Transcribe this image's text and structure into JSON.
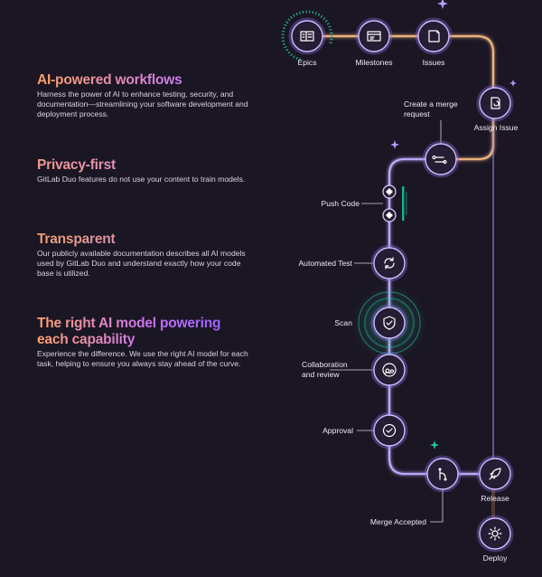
{
  "features": [
    {
      "title": "AI-powered workflows",
      "desc": "Harness the power of AI to enhance testing, security, and documentation—streamlining your software development and deployment process."
    },
    {
      "title": "Privacy-first",
      "desc": "GitLab Duo features do not use your content to train models."
    },
    {
      "title": "Transparent",
      "desc": "Our publicly available documentation describes all AI models used by GitLab Duo and understand exactly how your code base is utilized."
    },
    {
      "title": "The right AI model powering each capability",
      "desc": "Experience the difference. We use the right AI model for each task, helping to ensure you always stay ahead of the curve."
    }
  ],
  "flow": {
    "epics": {
      "label": "Epics",
      "icon": "epics-icon"
    },
    "milestones": {
      "label": "Milestones",
      "icon": "milestones-icon"
    },
    "issues": {
      "label": "Issues",
      "icon": "issues-icon"
    },
    "assign_issue": {
      "label": "Assign Issue",
      "icon": "assign-issue-icon"
    },
    "merge_request": {
      "label": "Create a merge request",
      "icon": "merge-request-icon"
    },
    "push_code": {
      "label": "Push Code",
      "icon": "commit-icon"
    },
    "automated_test": {
      "label": "Automated Test",
      "icon": "retry-icon"
    },
    "scan": {
      "label": "Scan",
      "icon": "shield-check-icon"
    },
    "collaboration": {
      "label": "Collaboration and review",
      "icon": "users-icon"
    },
    "approval": {
      "label": "Approval",
      "icon": "check-circle-icon"
    },
    "merge_accepted": {
      "label": "Merge Accepted",
      "icon": "merge-icon"
    },
    "release": {
      "label": "Release",
      "icon": "rocket-icon"
    },
    "deploy": {
      "label": "Deploy",
      "icon": "gear-icon"
    }
  },
  "colors": {
    "background": "#1b1624",
    "track_orange": "#f0a45e",
    "track_purple": "#9b7cf0",
    "accent_teal": "#20c7a4",
    "node_fill": "#251d33"
  }
}
